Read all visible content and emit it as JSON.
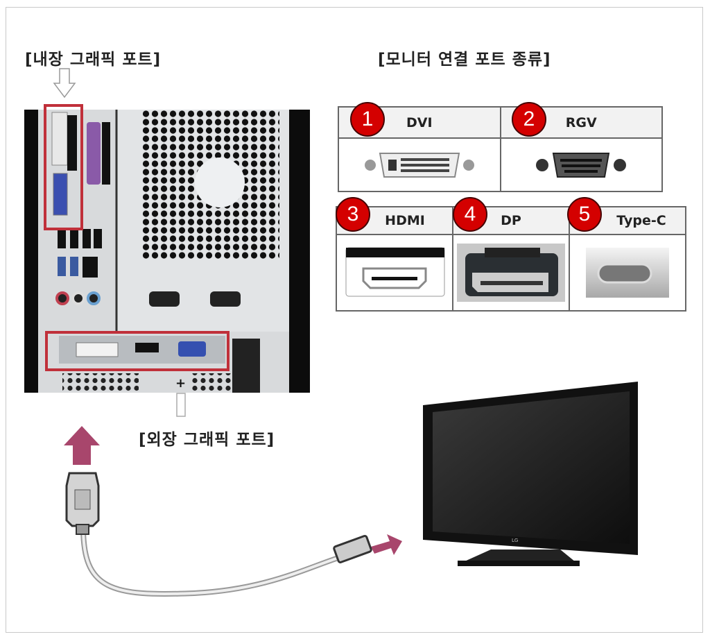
{
  "titles": {
    "internal": "[내장 그래픽 포트]",
    "external": "[외장 그래픽 포트]",
    "port_types": "[모니터 연결 포트 종류]"
  },
  "ports": [
    {
      "number": "1",
      "label": "DVI"
    },
    {
      "number": "2",
      "label": "RGV"
    },
    {
      "number": "3",
      "label": "HDMI"
    },
    {
      "number": "4",
      "label": "DP"
    },
    {
      "number": "5",
      "label": "Type-C"
    }
  ],
  "colors": {
    "highlight": "#c0303a",
    "badge": "#d40000",
    "arrow": "#a8466c"
  }
}
